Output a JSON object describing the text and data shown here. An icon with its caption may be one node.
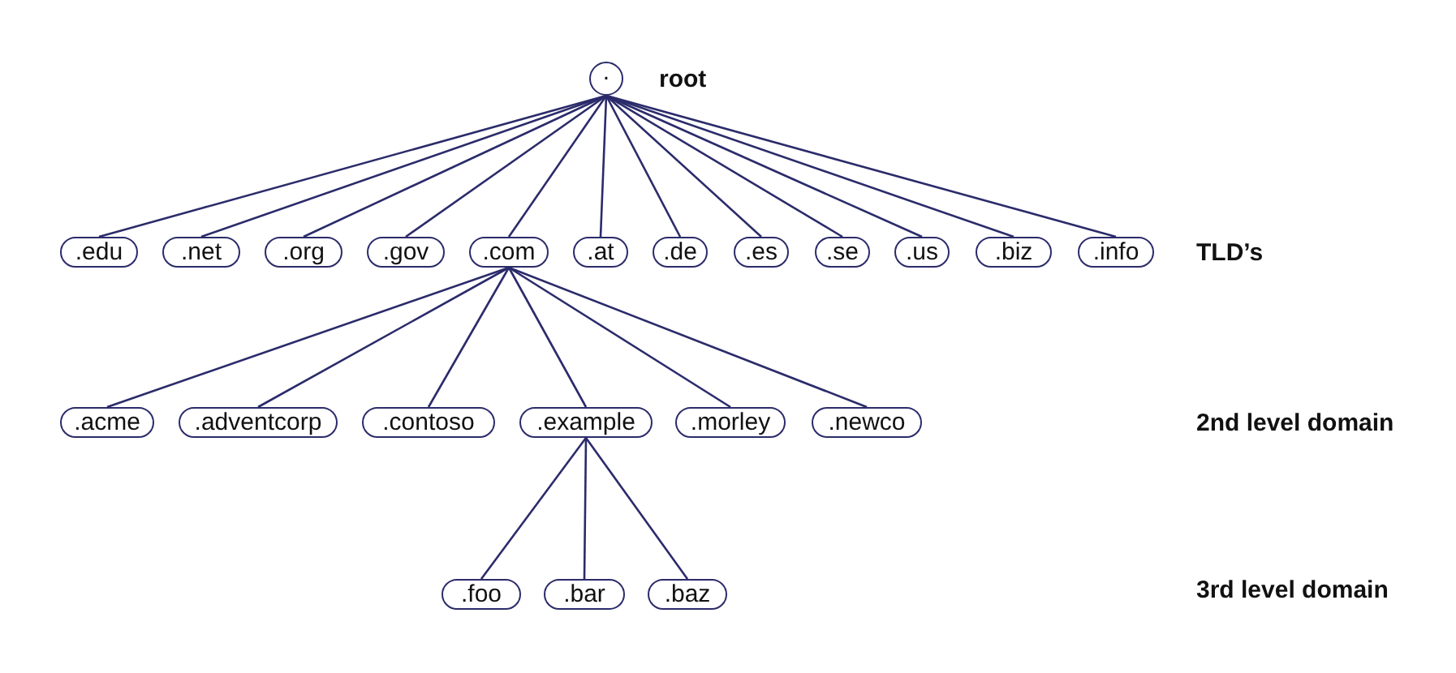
{
  "diagram": {
    "nodes": [
      {
        "text": [
          "."
        ],
        "beside": [
          "root"
        ]
      },
      {
        "text": [
          ".edu"
        ]
      },
      {
        "text": [
          ".net"
        ]
      },
      {
        "text": [
          ".org"
        ]
      },
      {
        "text": [
          ".gov"
        ]
      },
      {
        "text": [
          ".com"
        ]
      },
      {
        "text": [
          ".at"
        ]
      },
      {
        "text": [
          ".de"
        ]
      },
      {
        "text": [
          ".es"
        ]
      },
      {
        "text": [
          ".se"
        ]
      },
      {
        "text": [
          ".us"
        ]
      },
      {
        "text": [
          ".biz"
        ]
      },
      {
        "text": [
          ".info"
        ]
      },
      {
        "text": [
          ".acme"
        ]
      },
      {
        "text": [
          ".adventcorp"
        ]
      },
      {
        "text": [
          ".contoso"
        ]
      },
      {
        "text": [
          ".example"
        ]
      },
      {
        "text": [
          ".morley"
        ]
      },
      {
        "text": [
          ".newco"
        ]
      },
      {
        "text": [
          ".foo"
        ]
      },
      {
        "text": [
          ".bar"
        ]
      },
      {
        "text": [
          ".baz"
        ]
      }
    ],
    "edges": [
      {
        "from": 0,
        "to": 1,
        "arrow": "none"
      },
      {
        "from": 0,
        "to": 2,
        "arrow": "none"
      },
      {
        "from": 0,
        "to": 3,
        "arrow": "none"
      },
      {
        "from": 0,
        "to": 4,
        "arrow": "none"
      },
      {
        "from": 0,
        "to": 5,
        "arrow": "none"
      },
      {
        "from": 0,
        "to": 6,
        "arrow": "none"
      },
      {
        "from": 0,
        "to": 7,
        "arrow": "none"
      },
      {
        "from": 0,
        "to": 8,
        "arrow": "none"
      },
      {
        "from": 0,
        "to": 9,
        "arrow": "none"
      },
      {
        "from": 0,
        "to": 10,
        "arrow": "none"
      },
      {
        "from": 0,
        "to": 11,
        "arrow": "none"
      },
      {
        "from": 0,
        "to": 12,
        "arrow": "none"
      },
      {
        "from": 5,
        "to": 13,
        "arrow": "none"
      },
      {
        "from": 5,
        "to": 14,
        "arrow": "none"
      },
      {
        "from": 5,
        "to": 15,
        "arrow": "none"
      },
      {
        "from": 5,
        "to": 16,
        "arrow": "none"
      },
      {
        "from": 5,
        "to": 17,
        "arrow": "none"
      },
      {
        "from": 5,
        "to": 18,
        "arrow": "none"
      },
      {
        "from": 16,
        "to": 19,
        "arrow": "none"
      },
      {
        "from": 16,
        "to": 20,
        "arrow": "none"
      },
      {
        "from": 16,
        "to": 21,
        "arrow": "none"
      }
    ],
    "labels": [
      "TLD’s",
      "2nd level domain",
      "3rd level domain"
    ]
  }
}
